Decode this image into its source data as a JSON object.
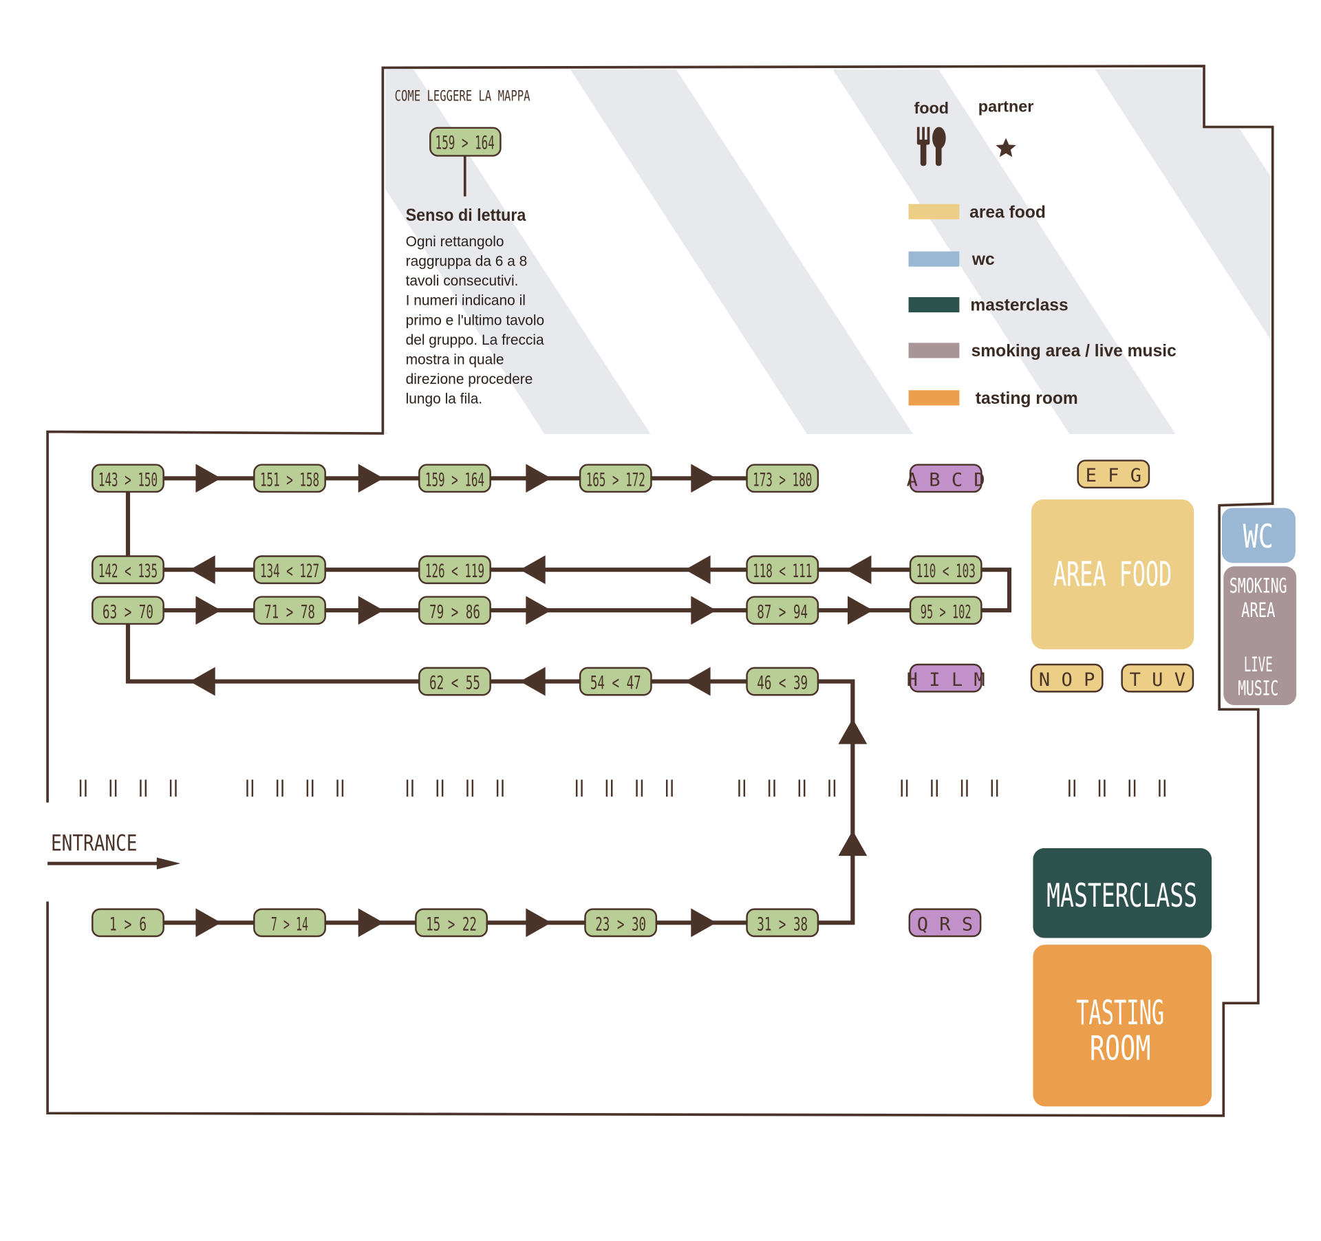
{
  "colors": {
    "wall": "#4a3329",
    "table_fill": "#b9cd96",
    "partner_fill": "#c391c9",
    "food_fill": "#ecce86",
    "wc": "#9ab8d3",
    "smoking": "#a99598",
    "masterclass": "#2d514d",
    "tasting": "#eb9e4b",
    "stripe": "#e8e9ed"
  },
  "howto": {
    "title": "COME LEGGERE LA MAPPA",
    "example_label": "159 > 164",
    "heading": "Senso di lettura",
    "body_lines": [
      "Ogni rettangolo",
      "raggruppa da 6 a 8",
      "tavoli consecutivi.",
      "I numeri indicano il",
      "primo e l'ultimo tavolo",
      "del gruppo. La freccia",
      "mostra in quale",
      "direzione procedere",
      "lungo la fila."
    ]
  },
  "legend": {
    "food_label": "food",
    "food_icon": "fork-spoon-icon",
    "partner_label": "partner",
    "partner_icon": "star-icon",
    "items": [
      {
        "label": "area food",
        "color": "#ecce86"
      },
      {
        "label": "wc",
        "color": "#9ab8d3"
      },
      {
        "label": "masterclass",
        "color": "#2d514d"
      },
      {
        "label": "smoking area / live music",
        "color": "#a99598"
      },
      {
        "label": "tasting room",
        "color": "#eb9e4b"
      }
    ]
  },
  "tables": [
    "143 > 150",
    "151 > 158",
    "159 > 164",
    "165 > 172",
    "173 > 180",
    "142 < 135",
    "134 < 127",
    "126 < 119",
    "118 < 111",
    "110 < 103",
    "63 > 70",
    "71 > 78",
    "79 > 86",
    "87 > 94",
    "95 > 102",
    "62 < 55",
    "54 < 47",
    "46 < 39",
    "1 > 6",
    "7 > 14",
    "15 > 22",
    "23 > 30",
    "31 > 38"
  ],
  "partners": [
    "A B C D",
    "H I L M",
    "Q R S"
  ],
  "food_stands": [
    "E F G",
    "N O P",
    "T U V"
  ],
  "areas": {
    "area_food": "AREA FOOD",
    "wc": "WC",
    "smoking": [
      "SMOKING",
      "AREA"
    ],
    "live_music": [
      "LIVE",
      "MUSIC"
    ],
    "masterclass": "MASTERCLASS",
    "tasting": [
      "TASTING",
      "ROOM"
    ]
  },
  "entrance": "ENTRANCE"
}
